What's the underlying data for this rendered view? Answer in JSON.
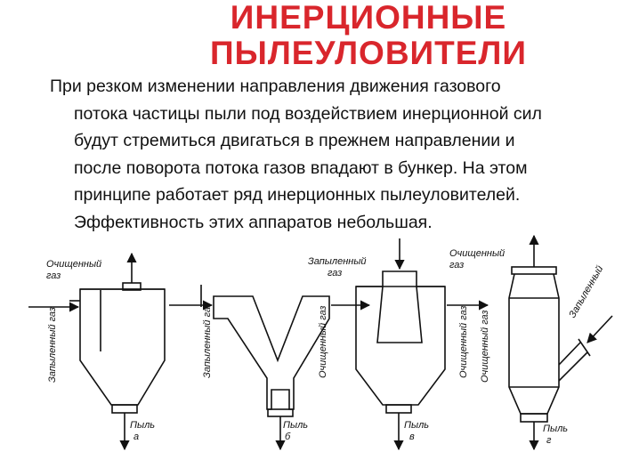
{
  "title": {
    "line1": "ИНЕРЦИОННЫЕ",
    "line2": "ПЫЛЕУЛОВИТЕЛИ",
    "color": "#d9262c"
  },
  "paragraph": [
    "При резком изменении направления движения газового",
    "потока частицы пыли под воздействием инерционной сил",
    "будут стремиться двигаться в прежнем направлении и",
    "после поворота потока газов впадают в бункер. На этом",
    "принципе работает ряд инерционных пылеуловителей.",
    "Эффективность этих аппаратов небольшая."
  ],
  "diagrams": [
    {
      "clean_gas": [
        "Очищенный",
        "газ"
      ],
      "dirty_gas": "Запыленный газ",
      "dust": [
        "Пыль",
        "а"
      ]
    },
    {
      "dirty_gas": "Запыленный газ",
      "clean_gas": "Очищенный газ",
      "dust": [
        "Пыль",
        "б"
      ]
    },
    {
      "dirty_gas": [
        "Запыленный",
        "газ"
      ],
      "clean_gas": "Очищенный газ",
      "dust": [
        "Пыль",
        "в"
      ]
    },
    {
      "clean_gas": [
        "Очищенный",
        "газ"
      ],
      "dirty_gas": "Запыленный",
      "side_label": "Очищенный газ",
      "dust": [
        "Пыль",
        "г"
      ]
    }
  ]
}
